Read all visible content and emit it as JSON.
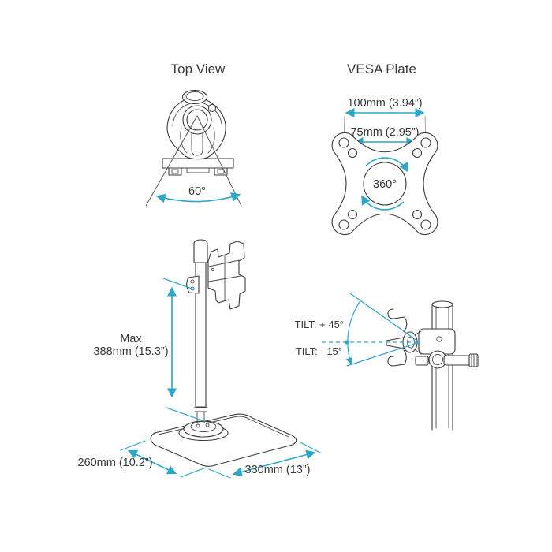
{
  "colors": {
    "accent": "#2da7c7",
    "ink": "#3b3b3b",
    "extension_line": "#9b9b9b",
    "text": "#3a3a3a",
    "background": "#ffffff"
  },
  "sections": {
    "top_view": {
      "title": "Top View",
      "swivel_angle": "60°"
    },
    "vesa_plate": {
      "title": "VESA Plate",
      "outer_dim": "100mm (3.94”)",
      "inner_dim": "75mm (2.95”)",
      "rotation": "360°"
    },
    "stand": {
      "height_line1": "Max",
      "height_line2": "388mm (15.3”)",
      "depth_dim": "260mm (10.2”)",
      "width_dim": "330mm (13”)"
    },
    "tilt": {
      "tilt_up": "TILT: + 45°",
      "tilt_down": "TILT: - 15°"
    }
  }
}
